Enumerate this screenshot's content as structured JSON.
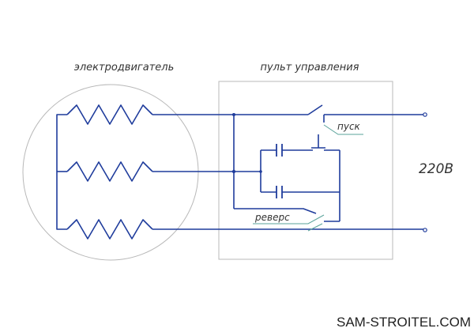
{
  "labels": {
    "motor": "электродвигатель",
    "control_panel": "пульт управления",
    "start": "пуск",
    "reverse": "реверс",
    "voltage": "220В"
  },
  "watermark": "SAM-STROITEL.COM",
  "colors": {
    "wire": "#1f3c9c",
    "outline": "#b8b8b8",
    "leader": "#5aa39a",
    "text": "#333333",
    "background": "#ffffff"
  }
}
